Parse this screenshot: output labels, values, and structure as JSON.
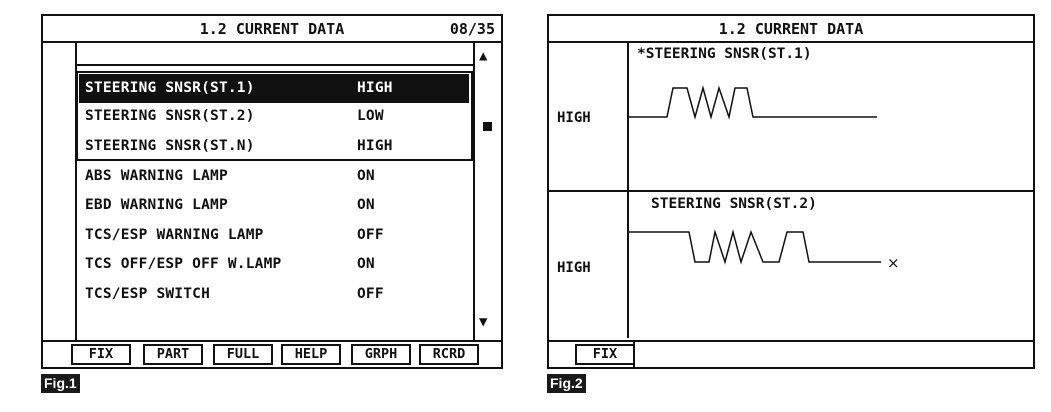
{
  "fig1": {
    "title": "1.2 CURRENT DATA",
    "page": "08/35",
    "rows": [
      {
        "name": "STEERING SNSR(ST.1)",
        "value": "HIGH",
        "selected": true
      },
      {
        "name": "STEERING SNSR(ST.2)",
        "value": "LOW",
        "selected": false
      },
      {
        "name": "STEERING SNSR(ST.N)",
        "value": "HIGH",
        "selected": false
      },
      {
        "name": "ABS WARNING LAMP",
        "value": "ON",
        "selected": false
      },
      {
        "name": "EBD WARNING LAMP",
        "value": "ON",
        "selected": false
      },
      {
        "name": "TCS/ESP WARNING LAMP",
        "value": "OFF",
        "selected": false
      },
      {
        "name": "TCS OFF/ESP OFF W.LAMP",
        "value": "ON",
        "selected": false
      },
      {
        "name": "TCS/ESP SWITCH",
        "value": "OFF",
        "selected": false
      }
    ],
    "buttons": [
      "FIX",
      "PART",
      "FULL",
      "HELP",
      "GRPH",
      "RCRD"
    ],
    "scroll_up": "▲",
    "scroll_down": "▼",
    "label": "Fig.1"
  },
  "fig2": {
    "title": "1.2 CURRENT DATA",
    "channels": [
      {
        "name": "*STEERING SNSR(ST.1)",
        "level": "HIGH"
      },
      {
        "name": "STEERING SNSR(ST.2)",
        "level": "HIGH"
      }
    ],
    "end_mark": "×",
    "fix_button": "FIX",
    "label": "Fig.2"
  },
  "colors": {
    "ink": "#111111",
    "background": "#ffffff"
  }
}
